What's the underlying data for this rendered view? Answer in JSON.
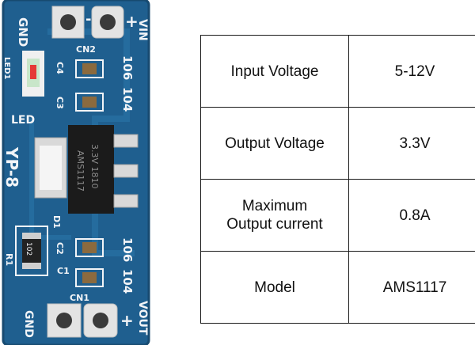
{
  "board": {
    "top_pins": [
      "GND",
      "-",
      "+",
      "VIN"
    ],
    "top_pins_label": "GND - + VIN",
    "bottom_pins_label": "GND - + VOUT",
    "led_label": "LED",
    "led1_label": "LED1",
    "board_name": "YP-8",
    "cn2": "CN2",
    "cn1": "CN1",
    "c4": "C4",
    "c3": "C3",
    "c2": "C2",
    "c1": "C1",
    "cap_106_top": "106",
    "cap_104_top": "104",
    "cap_106_bottom": "106",
    "cap_104_bottom": "104",
    "r1": "R1",
    "resistor_code": "102",
    "d1": "D1",
    "ic_marking": "AMS1117",
    "ic_marking2": "3.3V 1810",
    "pcb_color": "#1f5f8f",
    "silk_color": "#f2f4f7"
  },
  "specs": [
    {
      "label": "Input Voltage",
      "value": "5-12V"
    },
    {
      "label": "Output Voltage",
      "value": "3.3V"
    },
    {
      "label_line1": "Maximum",
      "label_line2": "Output current",
      "value": "0.8A"
    },
    {
      "label": "Model",
      "value": "AMS1117"
    }
  ]
}
